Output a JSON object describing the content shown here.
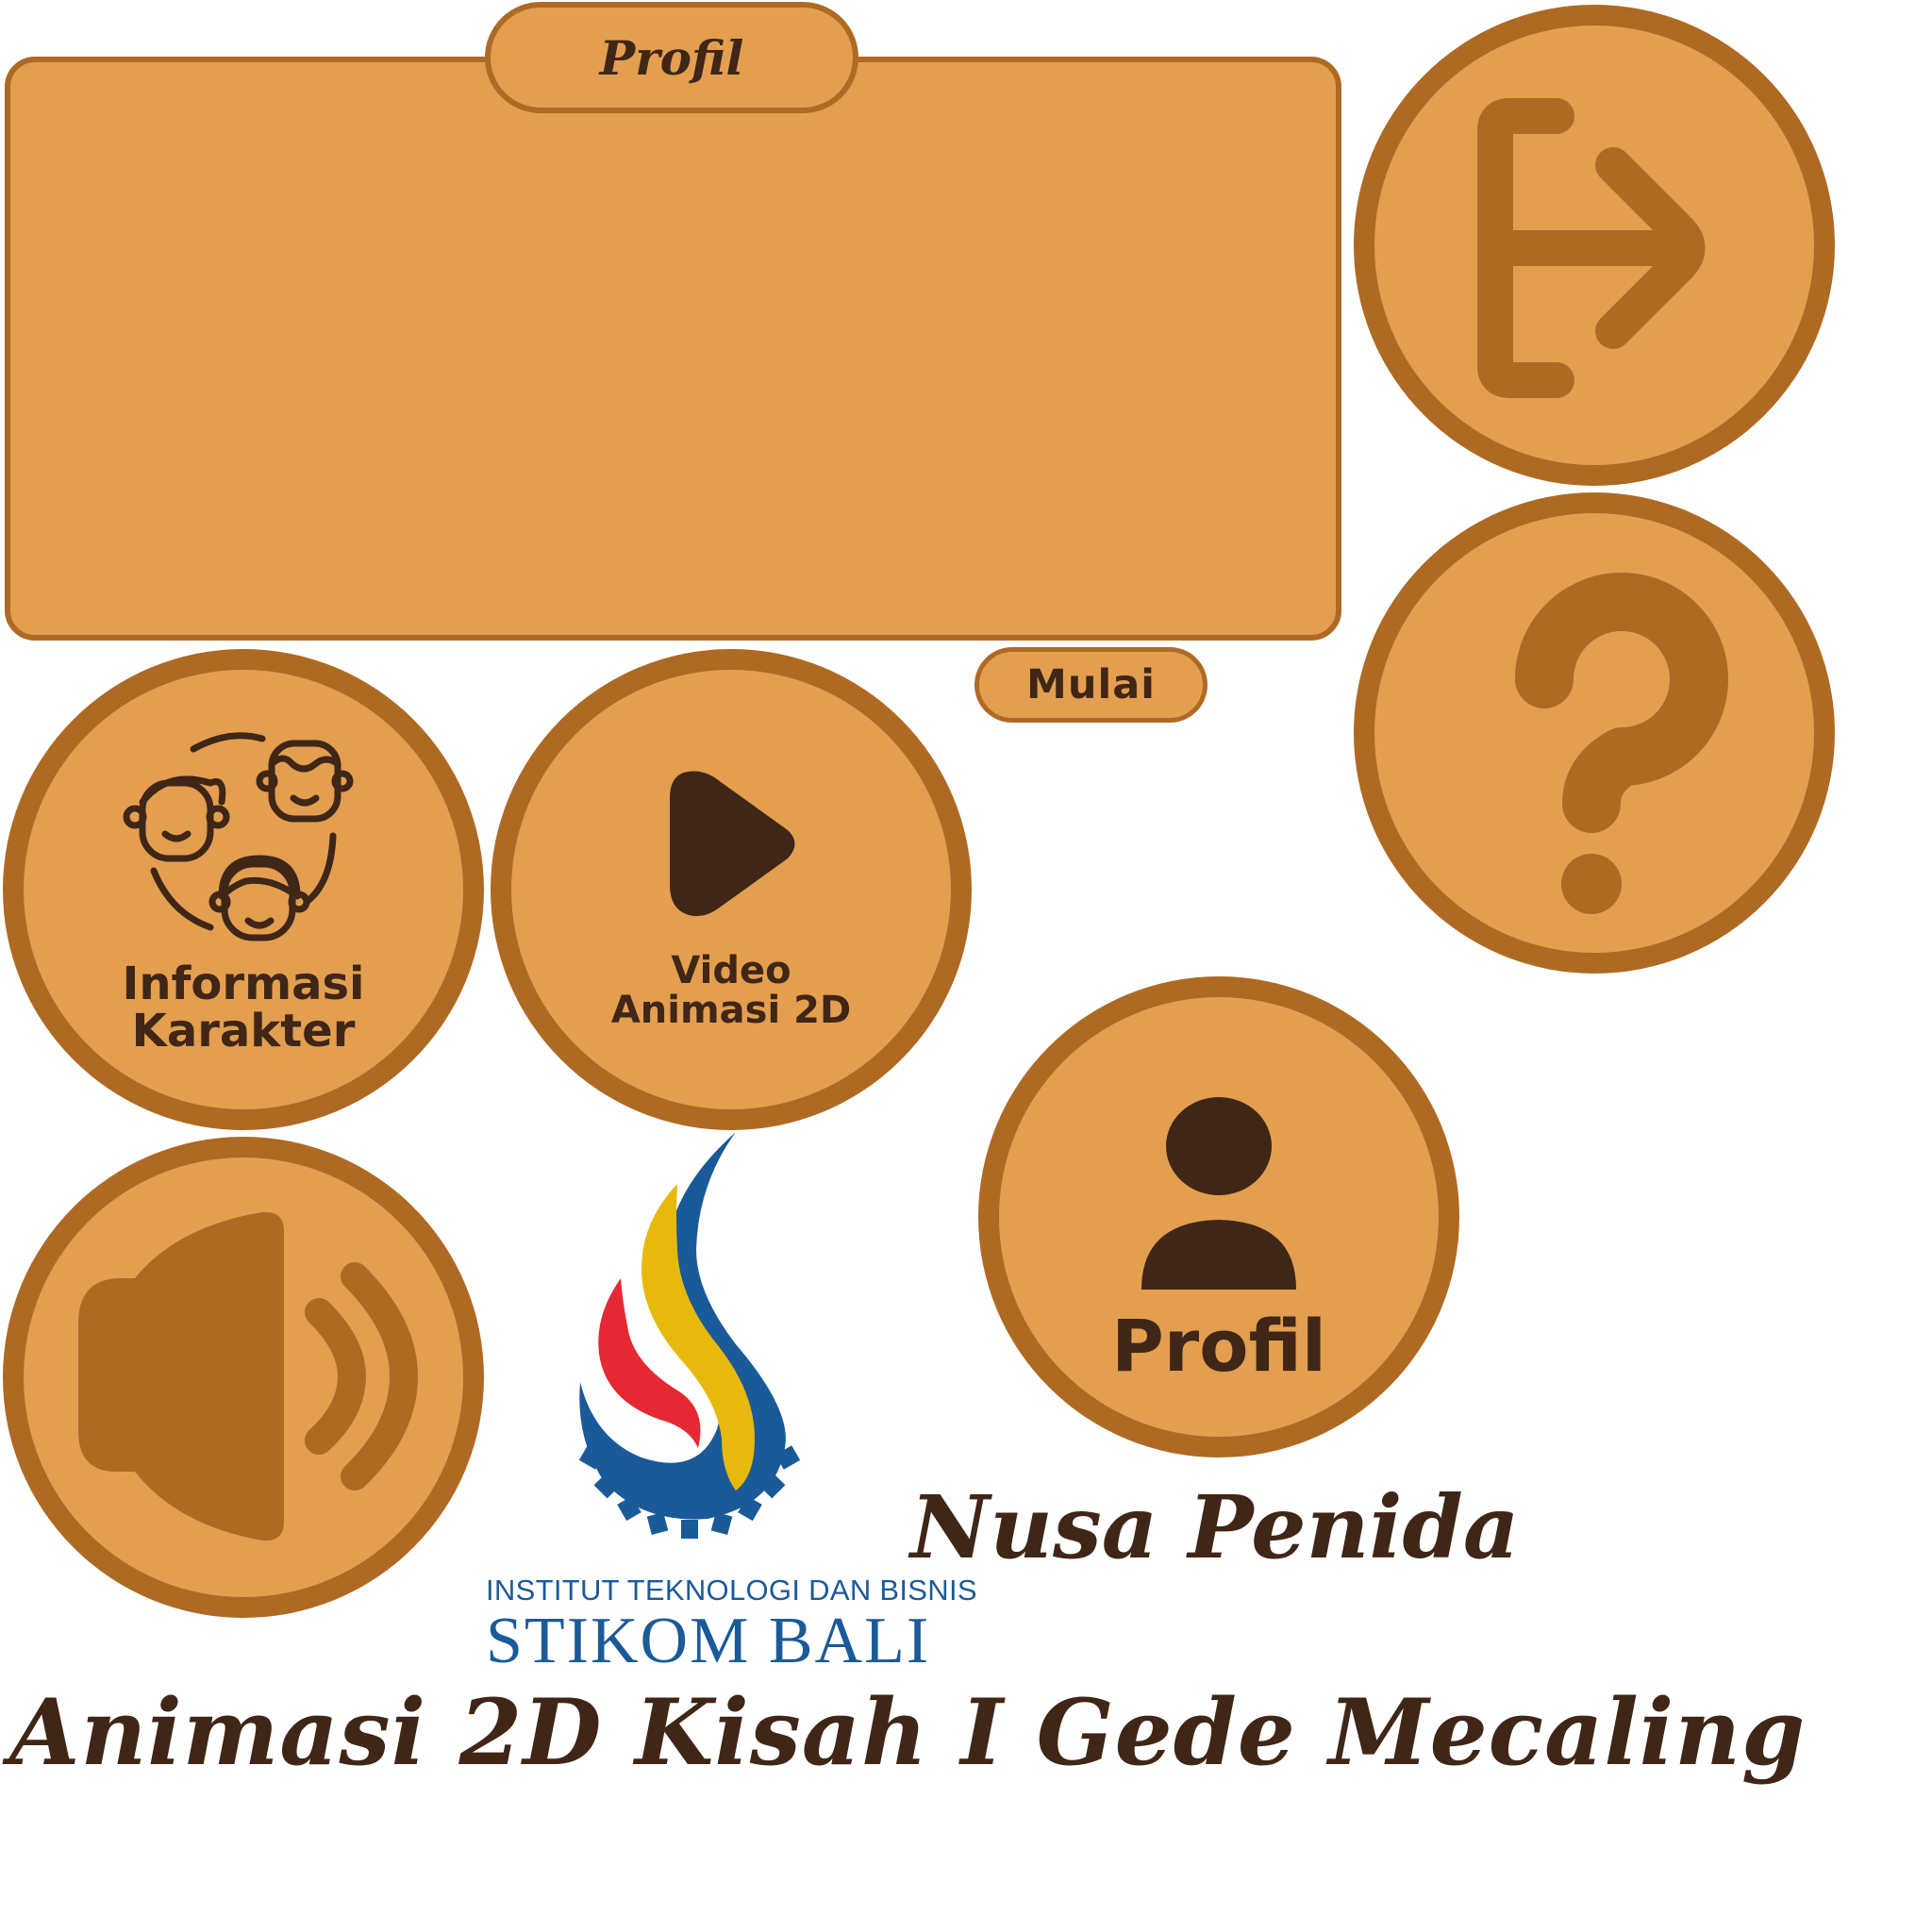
{
  "panel": {
    "tab_label": "Profil"
  },
  "buttons": {
    "start_label": "Mulai",
    "character_info_label_line1": "Informasi",
    "character_info_label_line2": "Karakter",
    "video_label_line1": "Video",
    "video_label_line2": "Animasi 2D",
    "profile_label": "Profil"
  },
  "icons": {
    "exit": "exit-icon",
    "help": "question-icon",
    "characters": "people-icon",
    "video": "play-icon",
    "sound": "speaker-icon",
    "profile": "user-icon"
  },
  "logo": {
    "institution_line": "INSTITUT TEKNOLOGI DAN BISNIS",
    "name": "STIKOM BALI"
  },
  "subtitle": "Nusa Penida",
  "title": "Animasi 2D Kisah I Gede Mecaling",
  "colors": {
    "button_fill": "#e39e50",
    "button_border": "#ae6a23",
    "dark_text": "#3f2616",
    "logo_blue": "#1b5a98",
    "logo_red": "#e42934",
    "logo_yellow": "#e8b90d"
  }
}
